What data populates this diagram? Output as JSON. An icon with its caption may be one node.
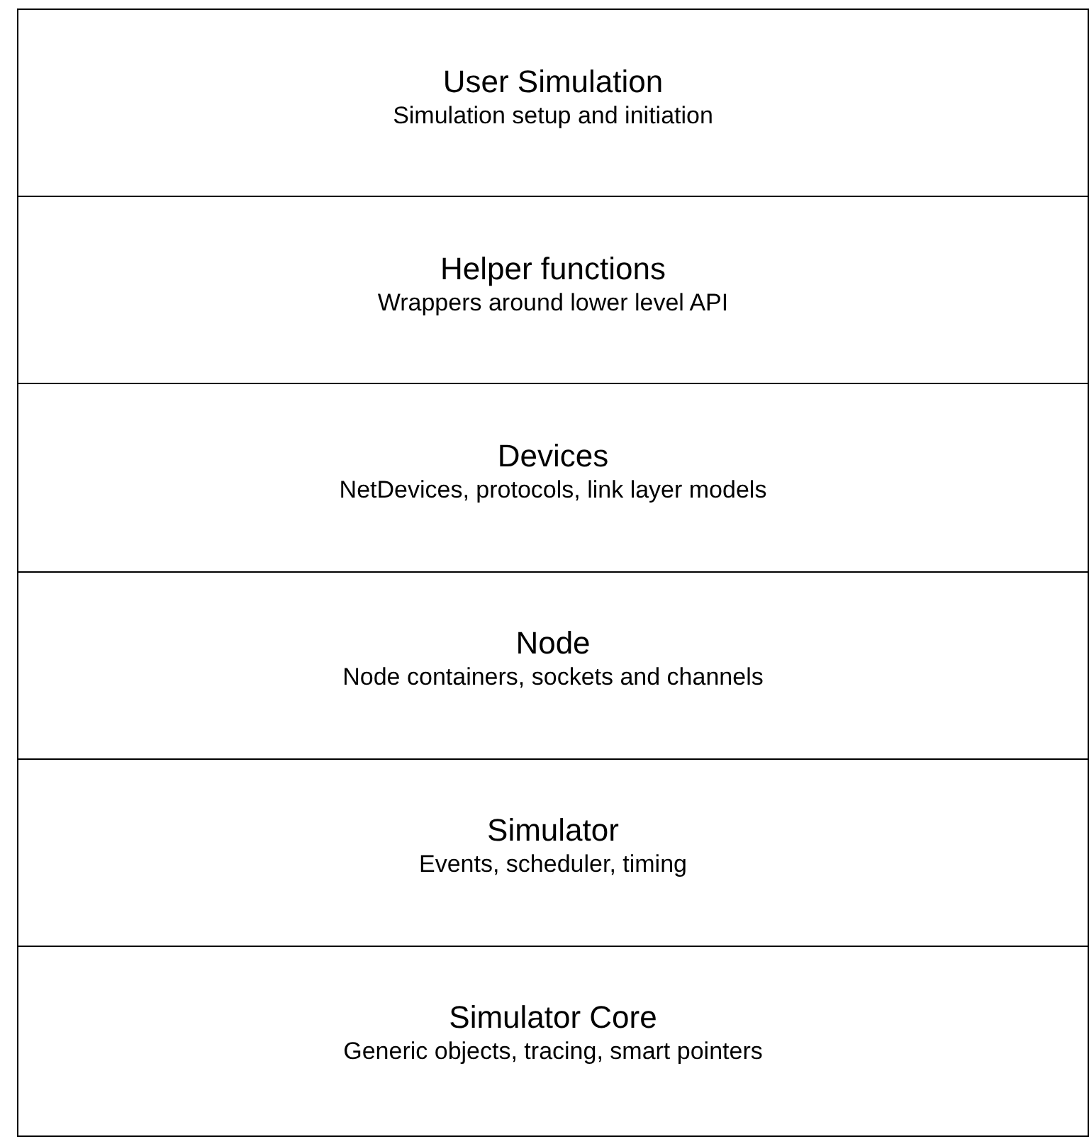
{
  "diagram": {
    "nodes": [
      {
        "text": [
          "User Simulation",
          "Simulation setup and initiation"
        ]
      },
      {
        "text": [
          "Helper functions",
          "Wrappers around lower level API"
        ]
      },
      {
        "text": [
          "Devices",
          "NetDevices, protocols, link layer models"
        ]
      },
      {
        "text": [
          "Node",
          "Node containers, sockets and channels"
        ]
      },
      {
        "text": [
          "Simulator",
          "Events, scheduler, timing"
        ]
      },
      {
        "text": [
          "Simulator Core",
          "Generic objects, tracing, smart pointers"
        ]
      }
    ]
  }
}
